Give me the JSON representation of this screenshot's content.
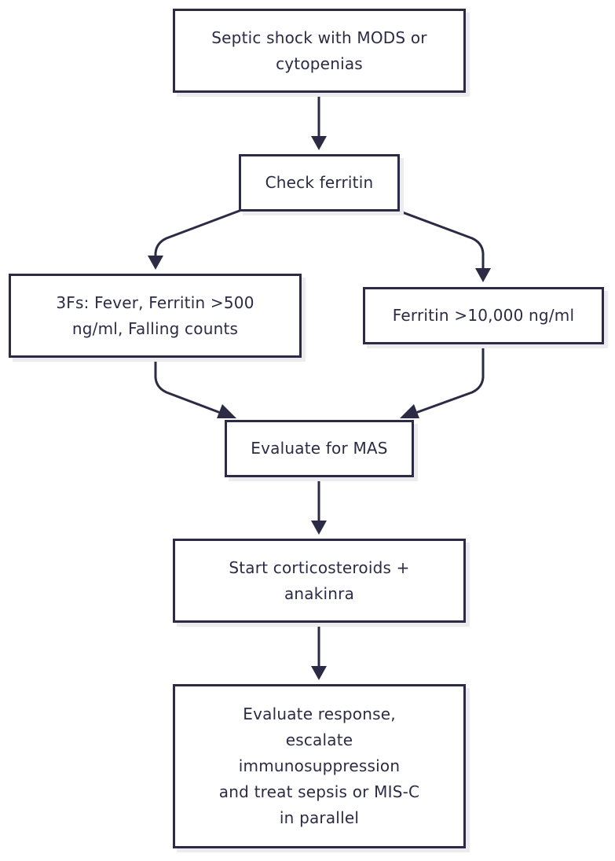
{
  "diagram": {
    "nodes": {
      "septic_shock": {
        "lines": [
          "Septic shock with MODS or",
          "cytopenias"
        ]
      },
      "check_ferritin": {
        "lines": [
          "Check ferritin"
        ]
      },
      "three_fs": {
        "lines": [
          "3Fs: Fever, Ferritin >500",
          "ng/ml, Falling counts"
        ]
      },
      "ferritin_high": {
        "lines": [
          "Ferritin >10,000 ng/ml"
        ]
      },
      "evaluate_mas": {
        "lines": [
          "Evaluate for MAS"
        ]
      },
      "start_treatment": {
        "lines": [
          "Start corticosteroids +",
          "anakinra"
        ]
      },
      "evaluate_response": {
        "lines": [
          "Evaluate response,",
          "escalate",
          "immunosuppression",
          "and treat sepsis or MIS-C",
          "in parallel"
        ]
      }
    },
    "edges": [
      {
        "from": "septic_shock",
        "to": "check_ferritin"
      },
      {
        "from": "check_ferritin",
        "to": "three_fs"
      },
      {
        "from": "check_ferritin",
        "to": "ferritin_high"
      },
      {
        "from": "three_fs",
        "to": "evaluate_mas"
      },
      {
        "from": "ferritin_high",
        "to": "evaluate_mas"
      },
      {
        "from": "evaluate_mas",
        "to": "start_treatment"
      },
      {
        "from": "start_treatment",
        "to": "evaluate_response"
      }
    ],
    "colors": {
      "stroke": "#2b2b45",
      "text": "#2b2b45",
      "fill": "#ffffff",
      "shadow": "#ececef"
    }
  }
}
